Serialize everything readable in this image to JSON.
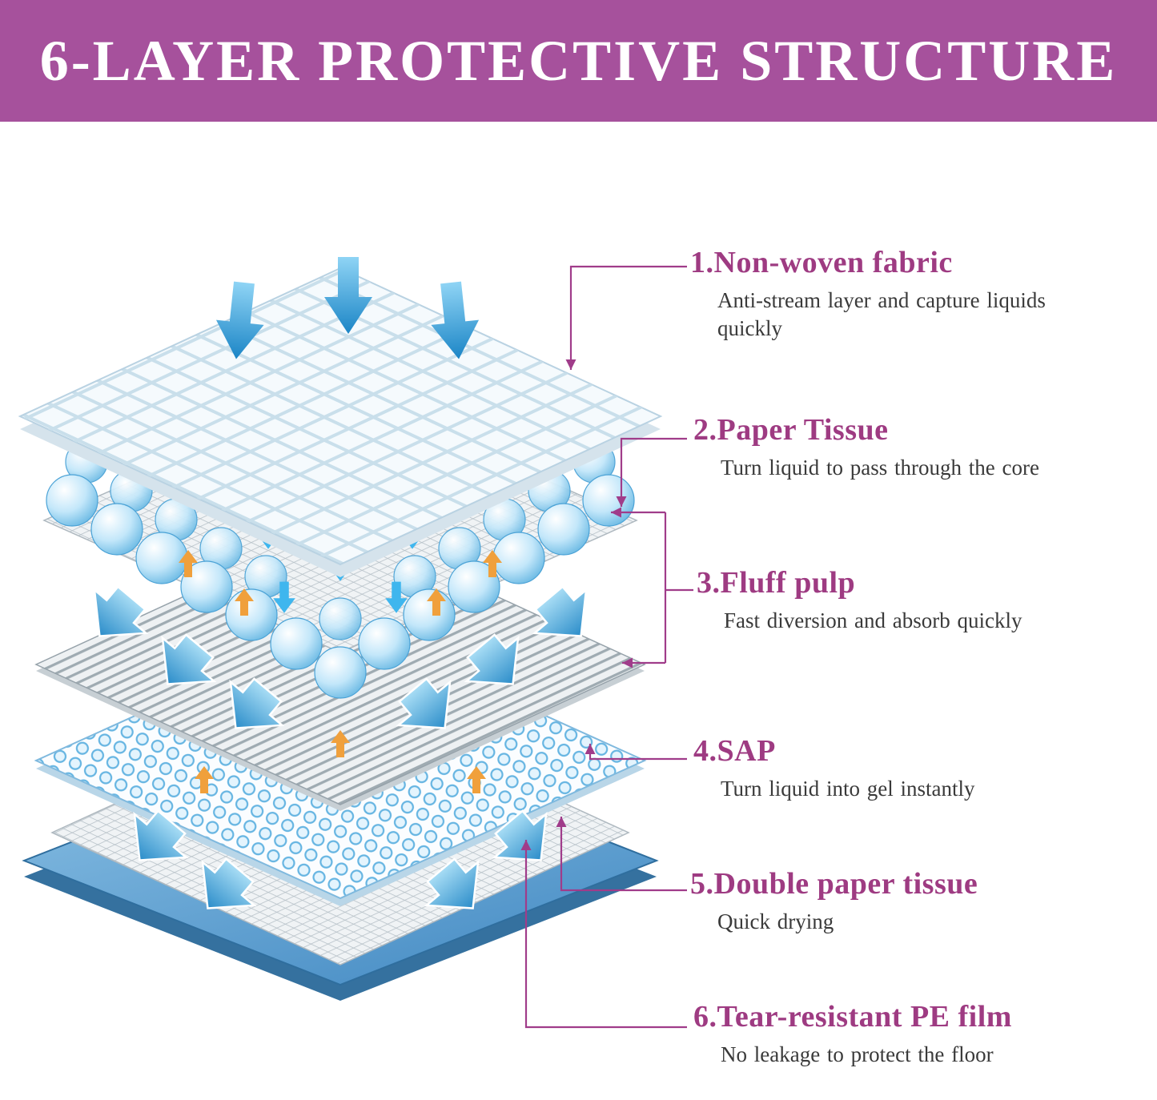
{
  "banner": {
    "title": "6-LAYER PROTECTIVE STRUCTURE"
  },
  "annotations": [
    {
      "number": "1.",
      "title": "Non-woven fabric",
      "description": "Anti-stream layer and capture liquids quickly"
    },
    {
      "number": "2.",
      "title": "Paper Tissue",
      "description": "Turn liquid to pass through the core"
    },
    {
      "number": "3.",
      "title": "Fluff pulp",
      "description": "Fast diversion and absorb quickly"
    },
    {
      "number": "4.",
      "title": "SAP",
      "description": "Turn liquid into gel instantly"
    },
    {
      "number": "5.",
      "title": "Double paper tissue",
      "description": "Quick drying"
    },
    {
      "number": "6.",
      "title": "Tear-resistant PE film",
      "description": "No leakage to protect the floor"
    }
  ],
  "diagram": {
    "layers": [
      "non-woven-fabric-quilted-top",
      "paper-tissue-mesh",
      "fluff-pulp-beads-and-striped-core",
      "sap-dotted-layer",
      "double-paper-tissue-mesh",
      "tear-resistant-pe-film"
    ]
  },
  "colors": {
    "banner_bg": "#a6519c",
    "banner_text": "#ffffff",
    "heading": "#9e3b82",
    "body_text": "#3a3a3a",
    "connector": "#a03c8a",
    "arrow_blue_light": "#8fd4f5",
    "arrow_blue_dark": "#1b85c6",
    "cyan_arrow": "#3fb6ee",
    "orange_arrow": "#f0a03c",
    "pe_film_light": "#8ec3e6",
    "pe_film_dark": "#4a8fc6",
    "bubble_edge": "#55aede"
  }
}
